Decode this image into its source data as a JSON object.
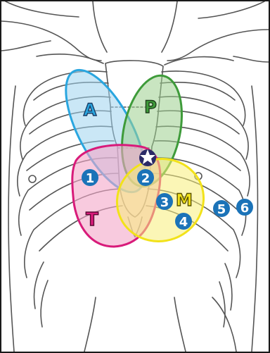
{
  "colors": {
    "aortic": "#2aa6df",
    "aortic_fill": "#9fd4ee",
    "pulmonic": "#3e9b3a",
    "pulmonic_fill": "#9ccf8e",
    "tricuspid": "#d81b7a",
    "tricuspid_fill": "#f3a6c8",
    "mitral": "#f2e21a",
    "mitral_fill": "#f7ee7a",
    "position_dot": "#1b73b8",
    "outline": "#555555"
  },
  "areas": {
    "aortic": "A",
    "pulmonic": "P",
    "tricuspid": "T",
    "mitral": "M"
  },
  "positions": [
    "1",
    "2",
    "3",
    "4",
    "5",
    "6"
  ],
  "icons": {
    "erb_point": "star-icon",
    "torso": "chest-ribcage-drawing"
  }
}
